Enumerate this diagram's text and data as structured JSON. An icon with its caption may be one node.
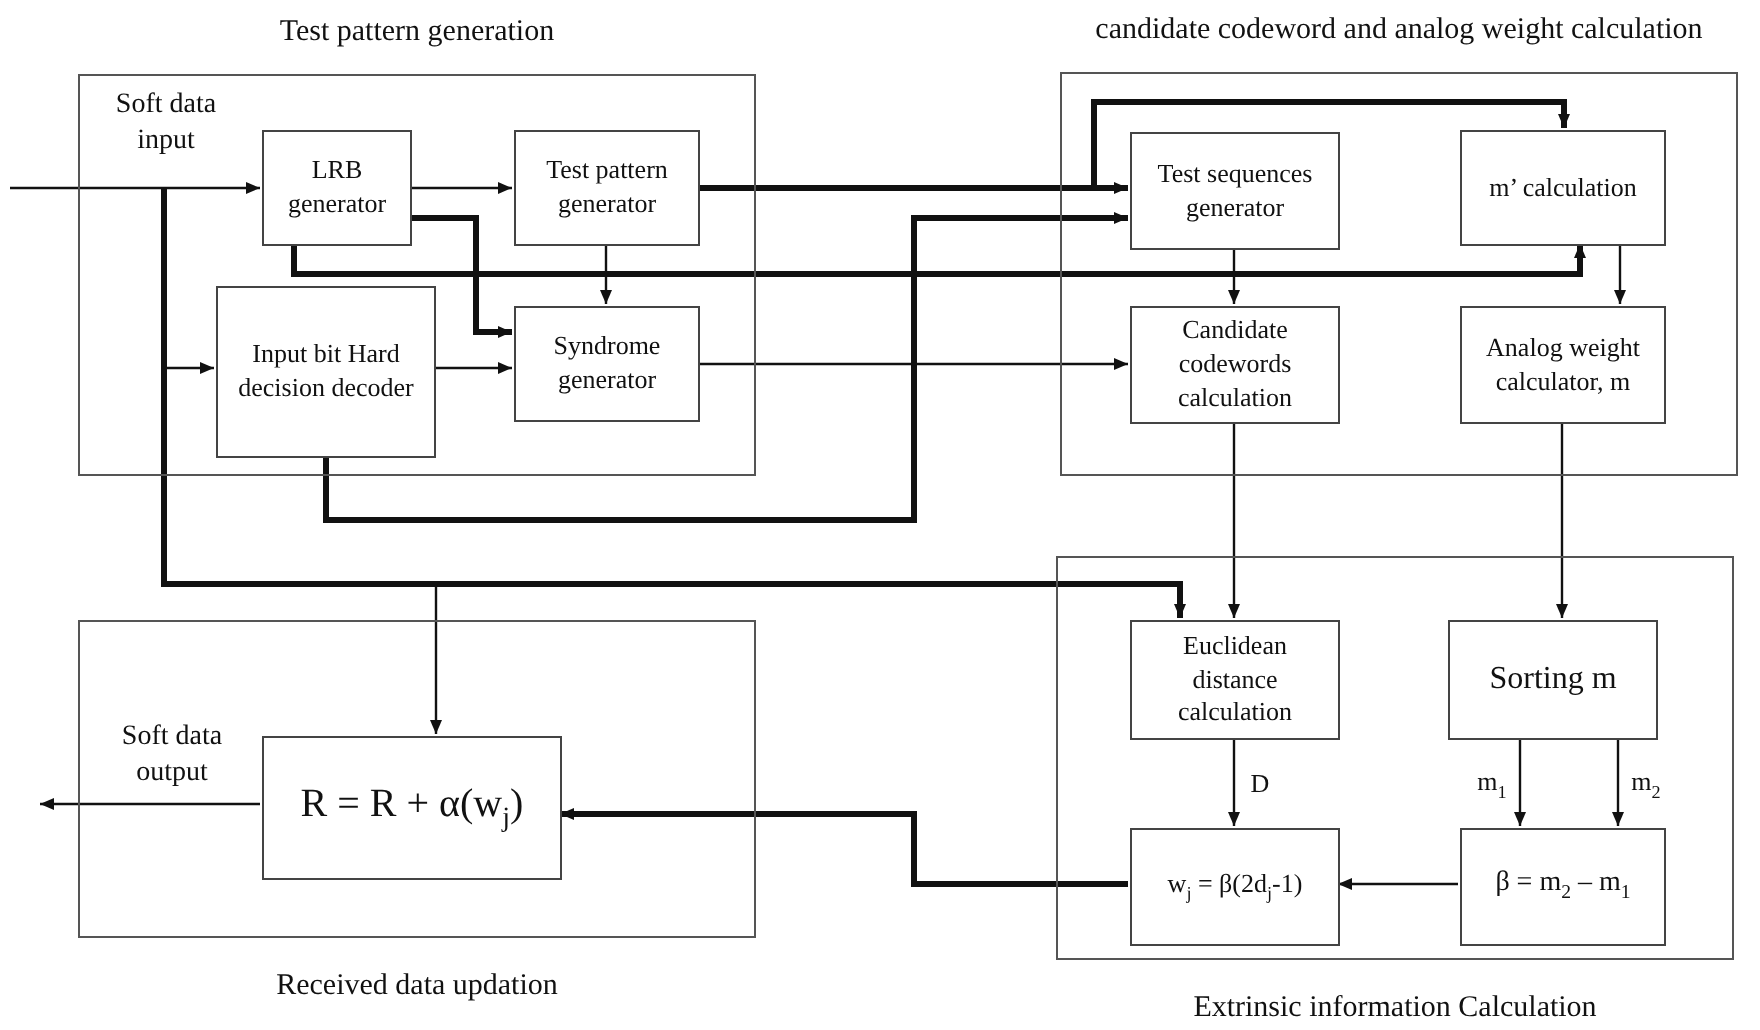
{
  "diagram": {
    "nodes": [
      {
        "text": [
          "Test pattern generation"
        ]
      },
      {
        "text": [
          "LRB generator"
        ],
        "in": 0
      },
      {
        "text": [
          "Test pattern generator"
        ],
        "in": 0
      },
      {
        "text": [
          "Input bit Hard decision decoder"
        ],
        "in": 0
      },
      {
        "text": [
          "Syndrome generator"
        ],
        "in": 0
      },
      {
        "text": [
          "candidate codeword and analog weight calculation"
        ]
      },
      {
        "text": [
          "Test sequences generator"
        ],
        "in": 5
      },
      {
        "text": [
          "m’ calculation"
        ],
        "in": 5
      },
      {
        "text": [
          "Candidate codewords calculation"
        ],
        "in": 5
      },
      {
        "text": [
          "Analog weight calculator, m"
        ],
        "in": 5
      },
      {
        "text": [
          "Received data updation"
        ]
      },
      {
        "text": [
          "R = R +  α(w$_{j}$)"
        ],
        "in": 10
      },
      {
        "text": [
          "Extrinsic information Calculation"
        ]
      },
      {
        "text": [
          "Euclidean distance calculation"
        ],
        "in": 12
      },
      {
        "text": [
          "Sorting m"
        ],
        "in": 12
      },
      {
        "text": [
          "w$_{j}$ = β(2d$_{j}$-1)"
        ],
        "in": 12
      },
      {
        "text": [
          "β = m$_{2}$ – m$_{1}$"
        ],
        "in": 12
      }
    ],
    "edges": [
      {
        "from": null,
        "to": 1,
        "arrow": "to"
      },
      {
        "from": 1,
        "to": 2,
        "arrow": "to"
      },
      {
        "from": 1,
        "to": 4,
        "arrow": "to",
        "style": "thick"
      },
      {
        "from": 2,
        "to": 4,
        "arrow": "to"
      },
      {
        "from": 3,
        "to": 4,
        "arrow": "to"
      },
      {
        "from": null,
        "to": 3,
        "arrow": "to"
      },
      {
        "from": null,
        "to": 13,
        "arrow": "to",
        "style": "thick"
      },
      {
        "from": null,
        "to": 11,
        "arrow": "to"
      },
      {
        "from": 2,
        "to": 6,
        "arrow": "to",
        "style": "thick"
      },
      {
        "from": 2,
        "to": 7,
        "arrow": "to",
        "style": "thick"
      },
      {
        "from": 1,
        "to": 7,
        "arrow": "to",
        "style": "thick"
      },
      {
        "from": 3,
        "to": 6,
        "arrow": "to",
        "style": "thick"
      },
      {
        "from": 4,
        "to": 8,
        "arrow": "to"
      },
      {
        "from": 6,
        "to": 8,
        "arrow": "to"
      },
      {
        "from": 7,
        "to": 9,
        "arrow": "to"
      },
      {
        "from": 8,
        "to": 13,
        "arrow": "to"
      },
      {
        "from": 9,
        "to": 14,
        "arrow": "to"
      },
      {
        "from": 13,
        "to": 15,
        "arrow": "to",
        "label": "D"
      },
      {
        "from": 14,
        "to": 16,
        "arrow": "to",
        "label": "m$_{1}$"
      },
      {
        "from": 14,
        "to": 16,
        "arrow": "to",
        "label": "m$_{2}$"
      },
      {
        "from": 16,
        "to": 15,
        "arrow": "to"
      },
      {
        "from": 15,
        "to": 11,
        "arrow": "to",
        "style": "thick"
      },
      {
        "from": 11,
        "to": null,
        "arrow": "to"
      }
    ],
    "labels": [
      "Soft data input",
      "Soft data output"
    ]
  }
}
